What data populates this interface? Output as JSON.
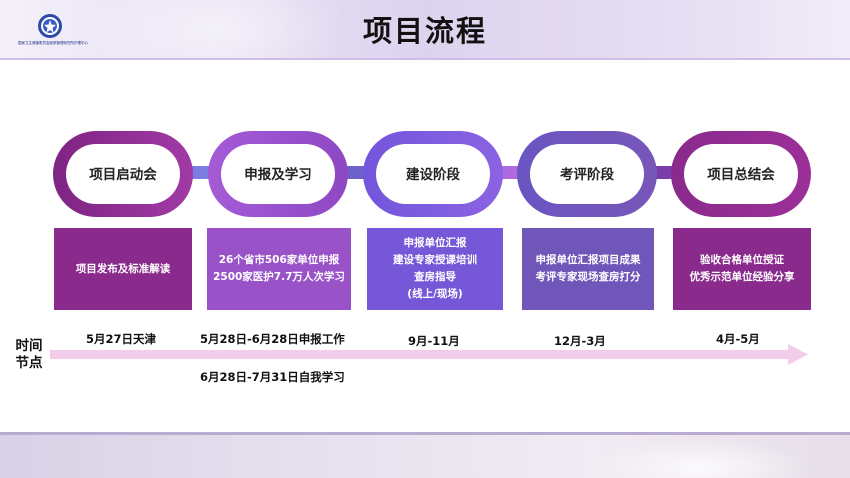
{
  "header": {
    "title": "项目流程",
    "logo_text": "国家卫生健康委员会医院管理研究所护理中心"
  },
  "colors": {
    "stage1": "#8a2a8c",
    "stage2": "#9a52c9",
    "stage3": "#7b5bd6",
    "stage4": "#6f56b8",
    "stage5": "#8a2a8c",
    "arrow": "#f2cce8"
  },
  "stages": [
    {
      "label": "项目启动会",
      "lines": [
        "项目发布及标准解读"
      ]
    },
    {
      "label": "申报及学习",
      "lines": [
        "26个省市506家单位申报",
        "2500家医护7.7万人次学习"
      ]
    },
    {
      "label": "建设阶段",
      "lines": [
        "申报单位汇报",
        "建设专家授课培训",
        "查房指导",
        "(线上/现场)"
      ]
    },
    {
      "label": "考评阶段",
      "lines": [
        "申报单位汇报项目成果",
        "考评专家现场查房打分"
      ]
    },
    {
      "label": "项目总结会",
      "lines": [
        "验收合格单位授证",
        "优秀示范单位经验分享"
      ]
    }
  ],
  "timeline": {
    "label_line1": "时间",
    "label_line2": "节点",
    "dates": [
      "5月27日天津",
      "5月28日-6月28日申报工作",
      "6月28日-7月31日自我学习",
      "9月-11月",
      "12月-3月",
      "4月-5月"
    ]
  }
}
